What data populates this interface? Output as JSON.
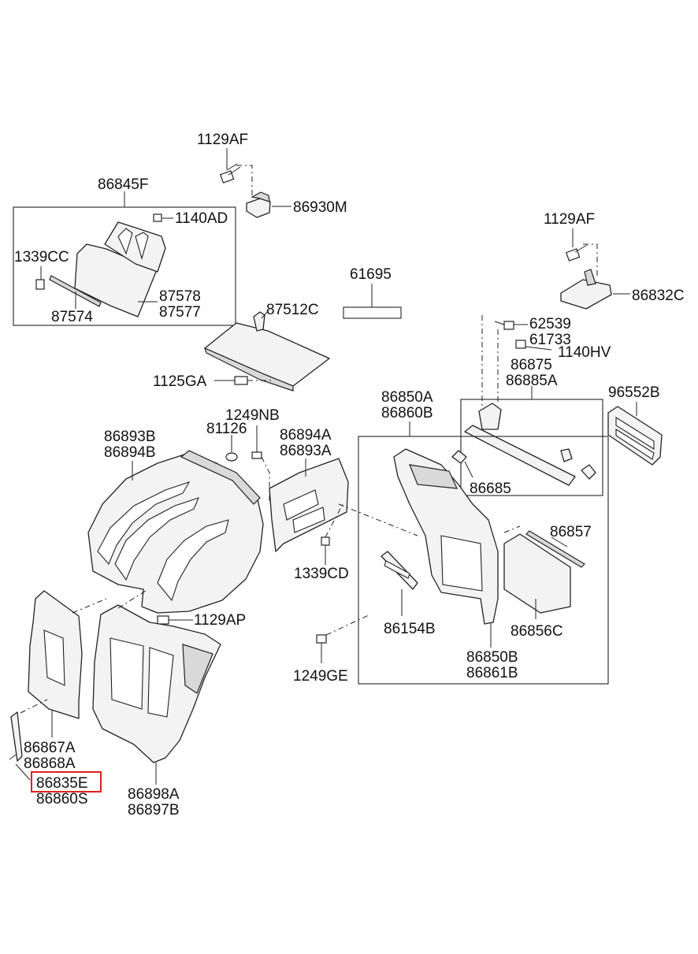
{
  "labels": {
    "l_1129AF_top": "1129AF",
    "l_86845F": "86845F",
    "l_1140AD": "1140AD",
    "l_86930M": "86930M",
    "l_1339CC": "1339CC",
    "l_87578": "87578",
    "l_87577": "87577",
    "l_87574": "87574",
    "l_61695": "61695",
    "l_87512C": "87512C",
    "l_1129AF_right": "1129AF",
    "l_86832C": "86832C",
    "l_62539": "62539",
    "l_61733": "61733",
    "l_1140HV": "1140HV",
    "l_86875": "86875",
    "l_86885A": "86885A",
    "l_96552B": "96552B",
    "l_1125GA": "1125GA",
    "l_1249NB": "1249NB",
    "l_81126": "81126",
    "l_86893B": "86893B",
    "l_86894B": "86894B",
    "l_86894A": "86894A",
    "l_86893A": "86893A",
    "l_86850A": "86850A",
    "l_86860B": "86860B",
    "l_86685": "86685",
    "l_86857": "86857",
    "l_1339CD": "1339CD",
    "l_1129AP": "1129AP",
    "l_86154B": "86154B",
    "l_86856C": "86856C",
    "l_86850B": "86850B",
    "l_86861B": "86861B",
    "l_1249GE": "1249GE",
    "l_86867A": "86867A",
    "l_86868A": "86868A",
    "l_86835E": "86835E",
    "l_86860S": "86860S",
    "l_86898A": "86898A",
    "l_86897B": "86897B"
  },
  "highlight": {
    "part_number": "86835E",
    "color": "#e02020"
  }
}
